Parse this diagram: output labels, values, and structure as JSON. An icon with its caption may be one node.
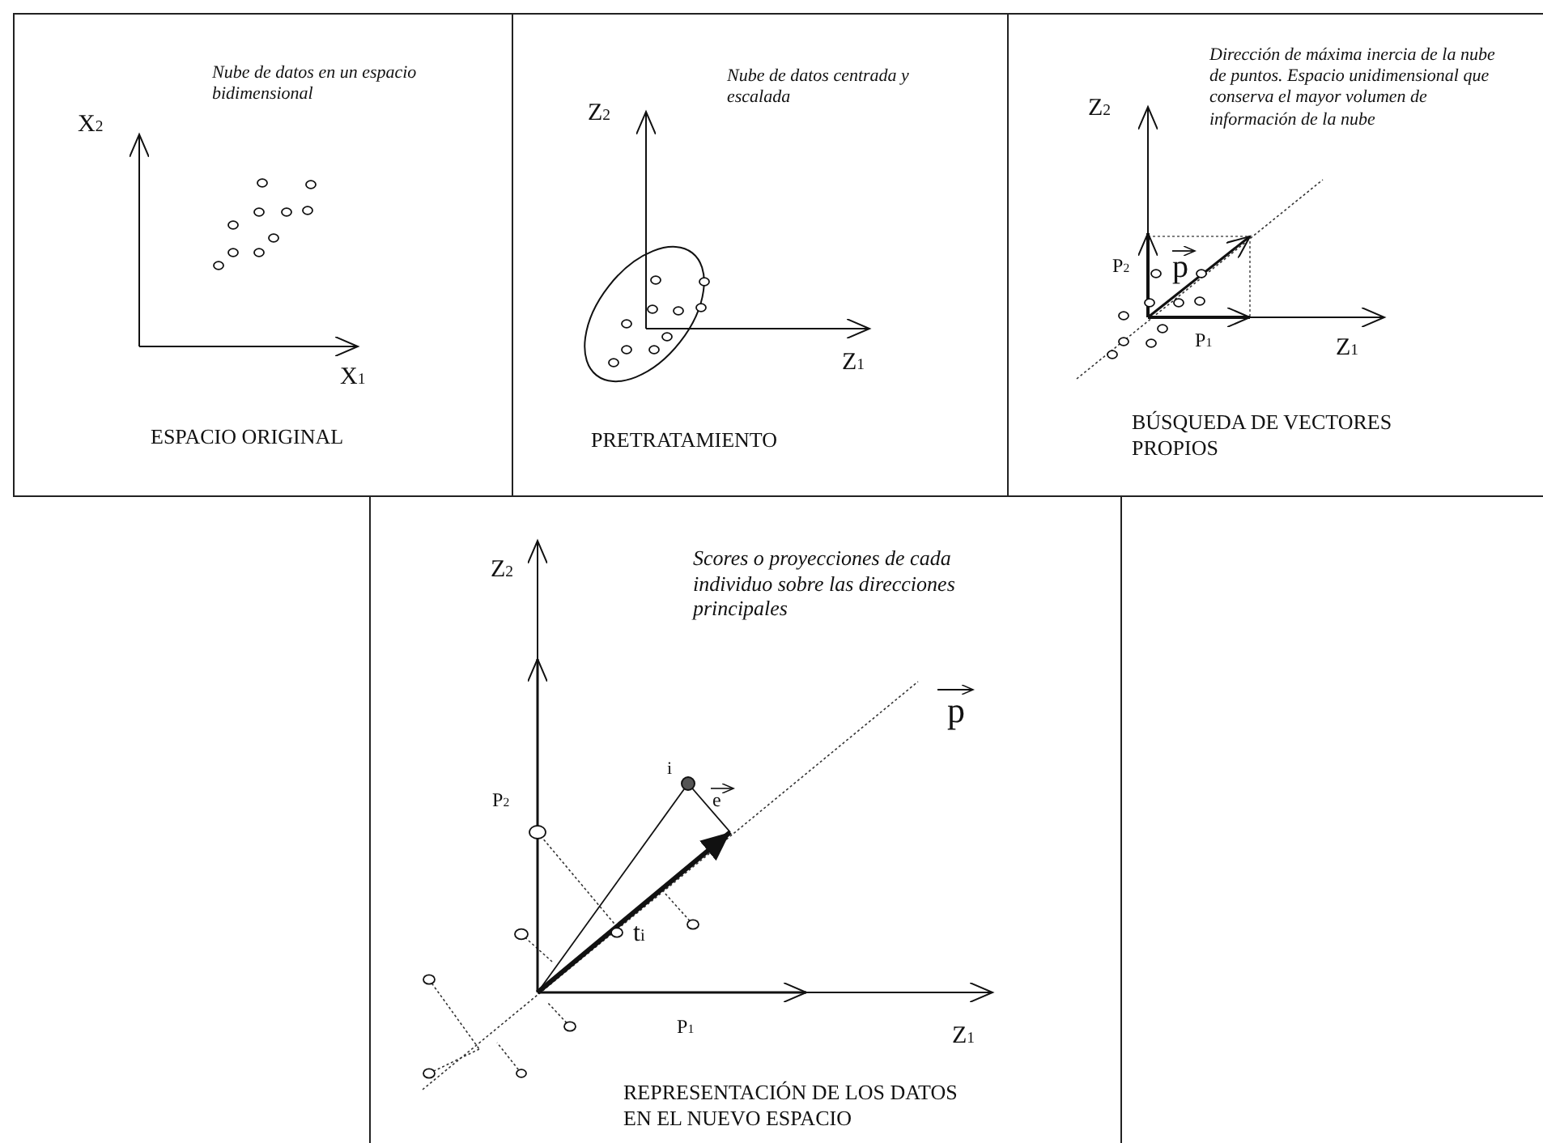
{
  "diagram": {
    "nodes": [
      {
        "text": [
          "Nube de datos en un espacio bidimensional",
          "ESPACIO  ORIGINAL"
        ]
      },
      {
        "text": [
          "Nube de datos centrada y escalada",
          "PRETRATAMIENTO"
        ]
      },
      {
        "text": [
          "Dirección de máxima inercia de la nube de puntos. Espacio unidimensional que conserva el mayor volumen de información de la nube",
          "BÚSQUEDA DE VECTORES PROPIOS"
        ]
      },
      {
        "text": [
          "Scores o proyecciones de cada individuo sobre las direcciones principales",
          "REPRESENTACIÓN DE LOS DATOS EN EL NUEVO ESPACIO"
        ]
      }
    ],
    "labels": [
      "X$_{2}$",
      "X$_{1}$",
      "Z$_{2}$",
      "Z$_{1}$",
      "Z$_{2}$",
      "P$_{2}$",
      "p",
      "P$_{1}$",
      "Z$_{1}$",
      "Z$_{2}$",
      "p",
      "i",
      "e",
      "P$_{2}$",
      "t$_{i}$",
      "P$_{1}$",
      "Z$_{1}$"
    ]
  }
}
